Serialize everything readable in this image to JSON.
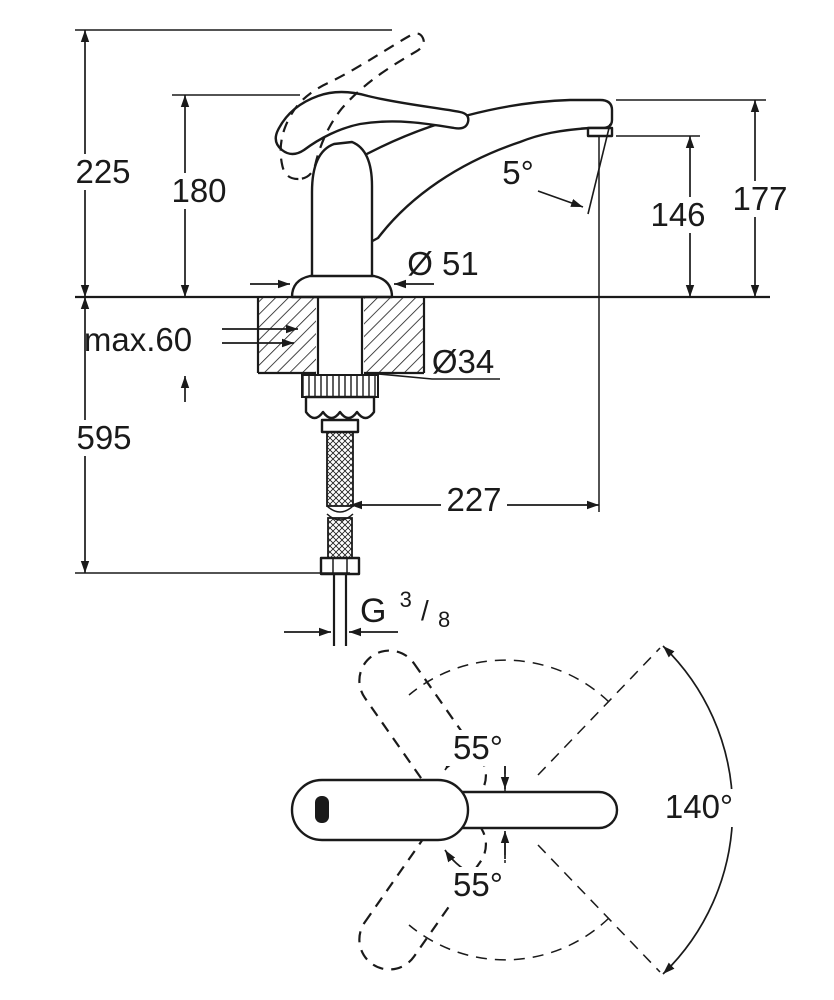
{
  "meta": {
    "background_color": "#ffffff",
    "line_color": "#1a1a1a",
    "drawing_type": "faucet dimensional technical drawing"
  },
  "side_view": {
    "labels": {
      "total_height": "225",
      "body_height": "180",
      "spout_angle": "5°",
      "outlet_height": "146",
      "top_height": "177",
      "base_diameter": "Ø 51",
      "deck_thickness": "max.60",
      "hole_diameter": "Ø34",
      "below_deck": "595",
      "projection": "227",
      "thread": {
        "g": "G",
        "num": "3",
        "slash": "/",
        "den": "8"
      }
    }
  },
  "top_view": {
    "labels": {
      "upper_swing": "55°",
      "total_swing": "140°",
      "lower_swing": "55°"
    }
  }
}
